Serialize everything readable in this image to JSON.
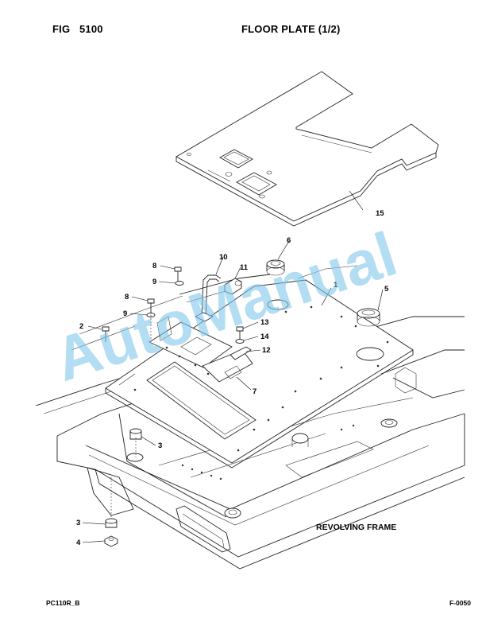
{
  "header": {
    "fig_label": "FIG",
    "fig_number": "5100",
    "title": "FLOOR PLATE (1/2)"
  },
  "footer": {
    "model": "PC110R_B",
    "page_code": "F-0050"
  },
  "diagram": {
    "frame_label": "REVOLVING FRAME",
    "watermark": "AutoManual",
    "callouts": {
      "c1": "1",
      "c2": "2",
      "c3a": "3",
      "c3b": "3",
      "c4": "4",
      "c5": "5",
      "c6": "6",
      "c7": "7",
      "c8a": "8",
      "c8b": "8",
      "c9a": "9",
      "c9b": "9",
      "c10": "10",
      "c11": "11",
      "c12": "12",
      "c13": "13",
      "c14": "14",
      "c15": "15"
    }
  },
  "colors": {
    "ink": "#000000",
    "watermark": "#7fc7ea",
    "background": "#ffffff"
  }
}
